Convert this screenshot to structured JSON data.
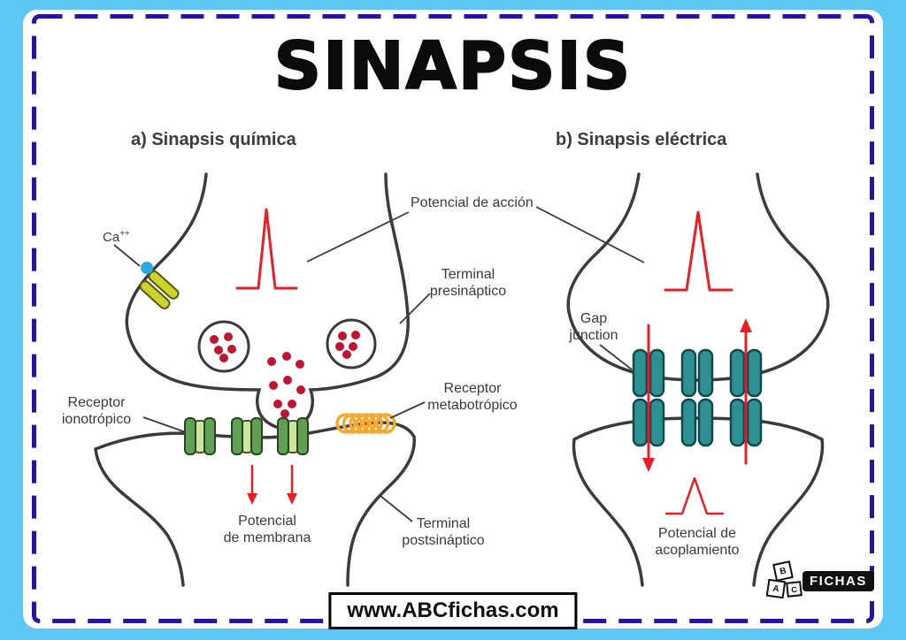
{
  "title": "SINAPSIS",
  "headings": {
    "chemical": "a) Sinapsis química",
    "electrical": "b) Sinapsis eléctrica"
  },
  "labels": {
    "action_potential": "Potencial de acción",
    "calcium_base": "Ca",
    "calcium_sup": "++",
    "presynaptic_terminal": {
      "line1": "Terminal",
      "line2": "presináptico"
    },
    "ionotropic_receptor": {
      "line1": "Receptor",
      "line2": "ionotrópico"
    },
    "metabotropic_receptor": {
      "line1": "Receptor",
      "line2": "metabotrópico"
    },
    "membrane_potential": {
      "line1": "Potencial",
      "line2": "de membrana"
    },
    "postsynaptic_terminal": {
      "line1": "Terminal",
      "line2": "postsináptico"
    },
    "gap_junction": {
      "line1": "Gap",
      "line2": "junction"
    },
    "coupling_potential": {
      "line1": "Potencial de",
      "line2": "acoplamiento"
    }
  },
  "footer": {
    "website": "www.ABCfichas.com"
  },
  "logo": {
    "cube_letters": [
      "B",
      "A",
      "C"
    ],
    "wordmark": "FICHAS"
  },
  "colors": {
    "frame_blue": "#5bc7f2",
    "dashed_border": "#2a12a4",
    "outline": "#3b3b3b",
    "red": "#ec1c24",
    "vesicle_dot": "#c21330",
    "green_receptor": "#61a054",
    "green_light": "#cfe39b",
    "orange": "#f7a72e",
    "teal": "#2e9191",
    "yellow_channel": "#ccd32b",
    "calcium_blue": "#2aaae1"
  }
}
